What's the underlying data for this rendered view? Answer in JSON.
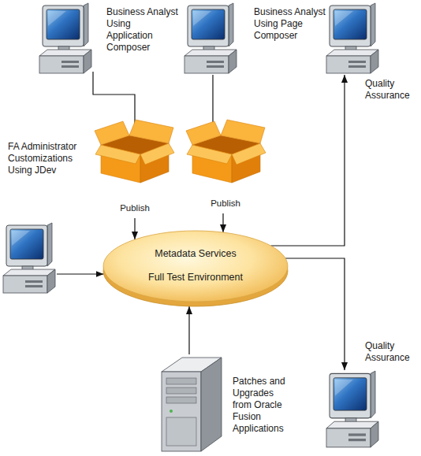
{
  "diagram": {
    "nodes": [
      {
        "text": [
          "Business Analyst Using Application Composer"
        ]
      },
      {
        "text": [
          "Business Analyst Using Page Composer"
        ]
      },
      {
        "text": [
          "Quality Assurance"
        ]
      },
      {
        "text": [
          "FA Administrator Customizations Using JDev"
        ]
      },
      {
        "text": [
          "Metadata Services",
          "Full Test Environment"
        ]
      },
      {
        "text": [
          "Quality Assurance"
        ]
      },
      {
        "text": [
          "Patches and Upgrades from Oracle Fusion Applications"
        ]
      }
    ],
    "edges": [
      {
        "from": 0,
        "to": 4,
        "label": "Publish",
        "arrow": "to"
      },
      {
        "from": 1,
        "to": 4,
        "label": "Publish",
        "arrow": "to"
      },
      {
        "from": 3,
        "to": 4,
        "arrow": "to"
      },
      {
        "from": 4,
        "to": 2,
        "arrow": "to"
      },
      {
        "from": 4,
        "to": 5,
        "arrow": "to"
      },
      {
        "from": 6,
        "to": 4,
        "arrow": "to"
      }
    ]
  }
}
